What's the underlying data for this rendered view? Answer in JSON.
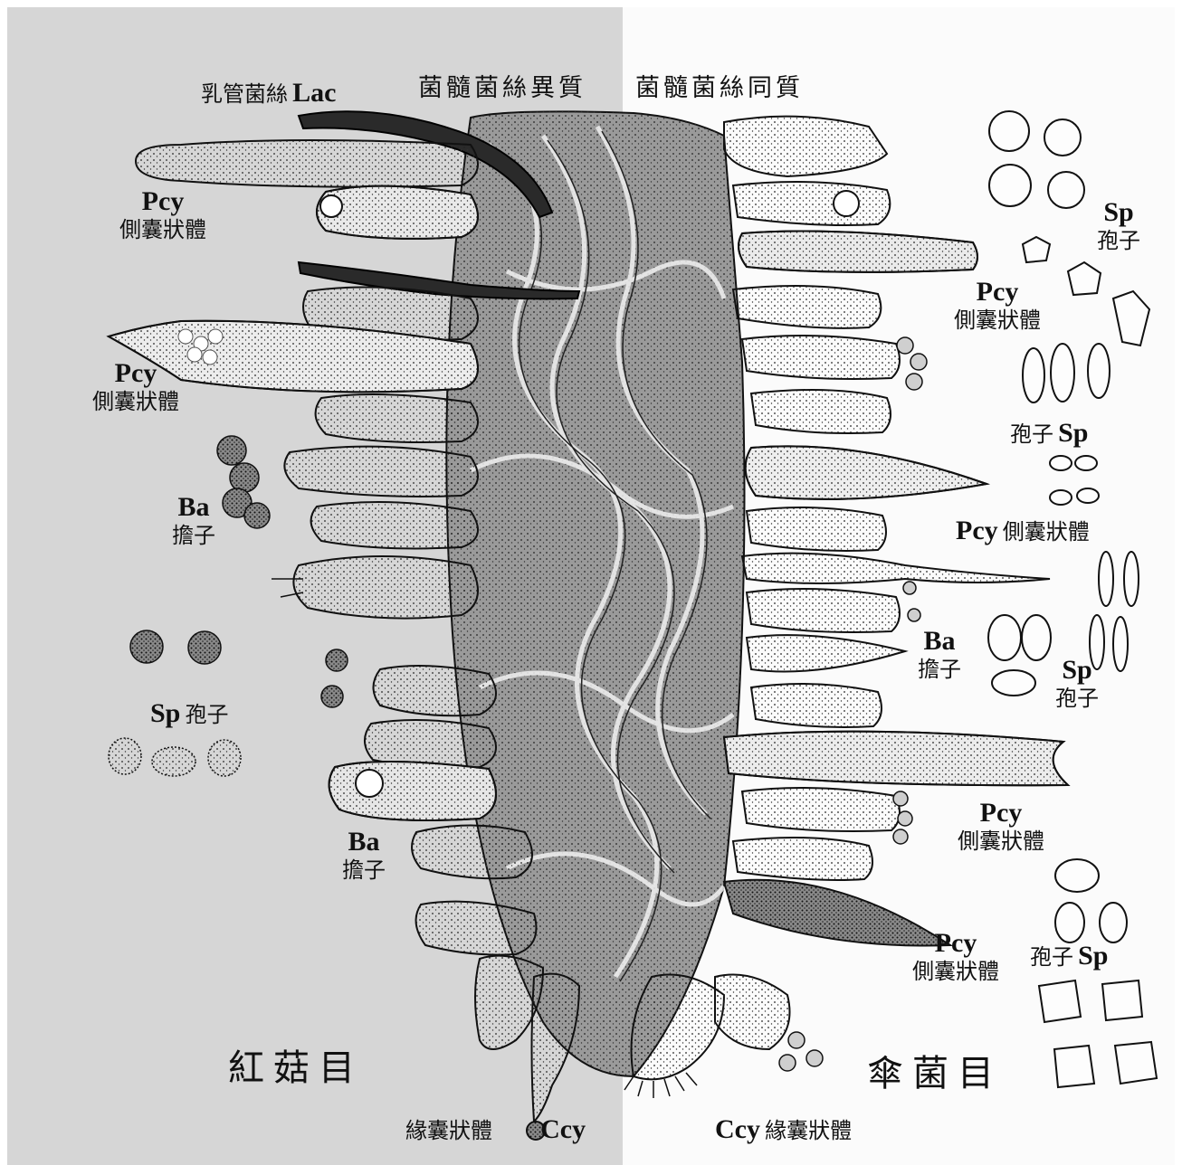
{
  "top": {
    "lac": {
      "zh": "乳管菌絲",
      "abbr": "Lac"
    },
    "trama_left": "菌髓菌絲異質",
    "trama_right": "菌髓菌絲同質"
  },
  "left_labels": {
    "pcy1": {
      "abbr": "Pcy",
      "zh": "側囊狀體"
    },
    "pcy2": {
      "abbr": "Pcy",
      "zh": "側囊狀體"
    },
    "ba1": {
      "abbr": "Ba",
      "zh": "擔子"
    },
    "sp": {
      "abbr": "Sp",
      "zh": "孢子"
    },
    "ba2": {
      "abbr": "Ba",
      "zh": "擔子"
    }
  },
  "right_labels": {
    "sp1": {
      "abbr": "Sp",
      "zh": "孢子"
    },
    "pcy1": {
      "abbr": "Pcy",
      "zh": "側囊狀體"
    },
    "sp2": {
      "zh": "孢子",
      "abbr": "Sp"
    },
    "pcy2": {
      "abbr": "Pcy",
      "zh": "側囊狀體"
    },
    "ba": {
      "abbr": "Ba",
      "zh": "擔子"
    },
    "sp3": {
      "abbr": "Sp",
      "zh": "孢子"
    },
    "pcy3": {
      "abbr": "Pcy",
      "zh": "側囊狀體"
    },
    "pcy4": {
      "abbr": "Pcy",
      "zh": "側囊狀體"
    },
    "sp4": {
      "zh": "孢子",
      "abbr": "Sp"
    }
  },
  "bottom": {
    "order_left": "紅菇目",
    "order_right": "傘菌目",
    "ccy_left": {
      "zh": "緣囊狀體",
      "abbr": "Ccy"
    },
    "ccy_right": {
      "abbr": "Ccy",
      "zh": "緣囊狀體"
    }
  },
  "colors": {
    "left_bg": "#d6d6d6",
    "right_bg": "#fbfbfb",
    "ink": "#111111"
  }
}
